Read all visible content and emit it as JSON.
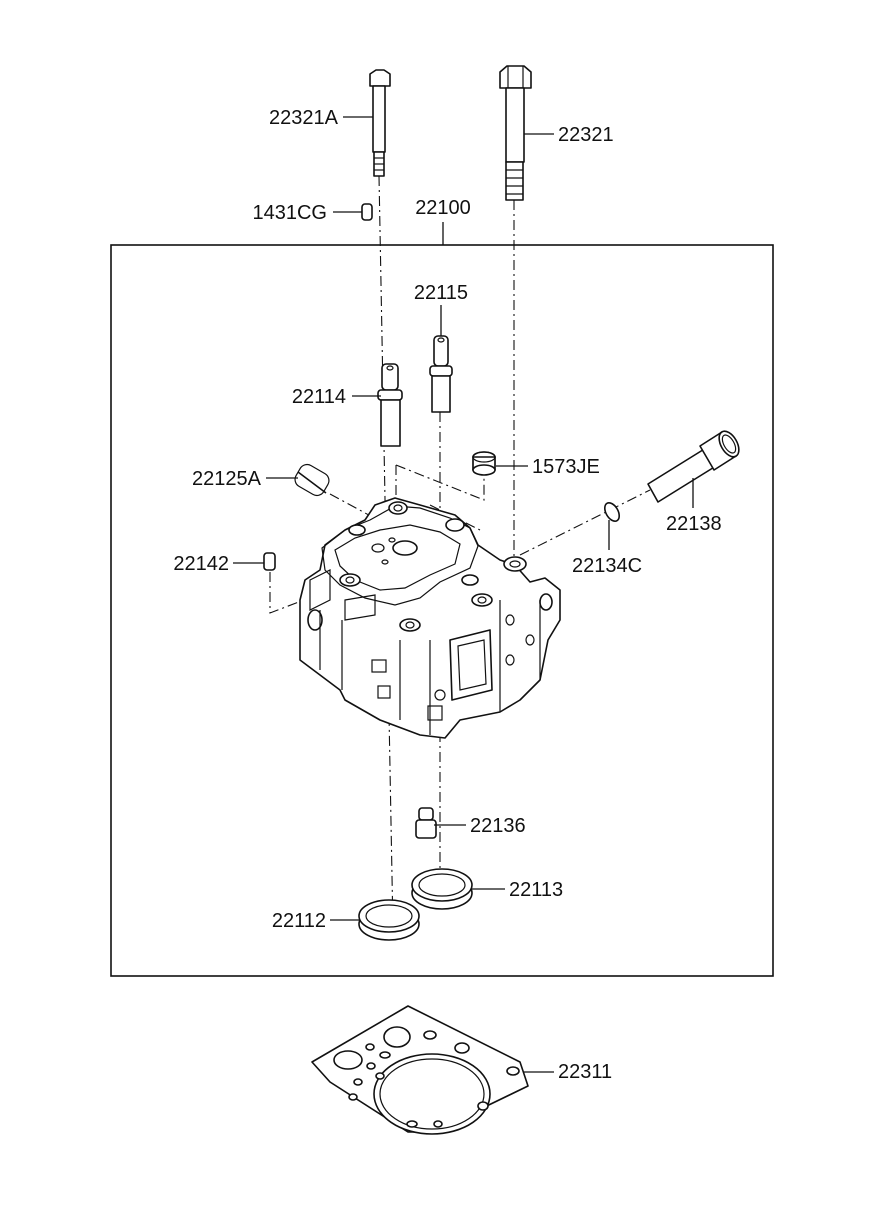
{
  "diagram": {
    "labels": {
      "p22321A": "22321A",
      "p22321": "22321",
      "p1431CG": "1431CG",
      "p22100": "22100",
      "p22115": "22115",
      "p22114": "22114",
      "p22125A": "22125A",
      "p1573JE": "1573JE",
      "p22138": "22138",
      "p22142": "22142",
      "p22134C": "22134C",
      "p22136": "22136",
      "p22113": "22113",
      "p22112": "22112",
      "p22311": "22311"
    }
  }
}
